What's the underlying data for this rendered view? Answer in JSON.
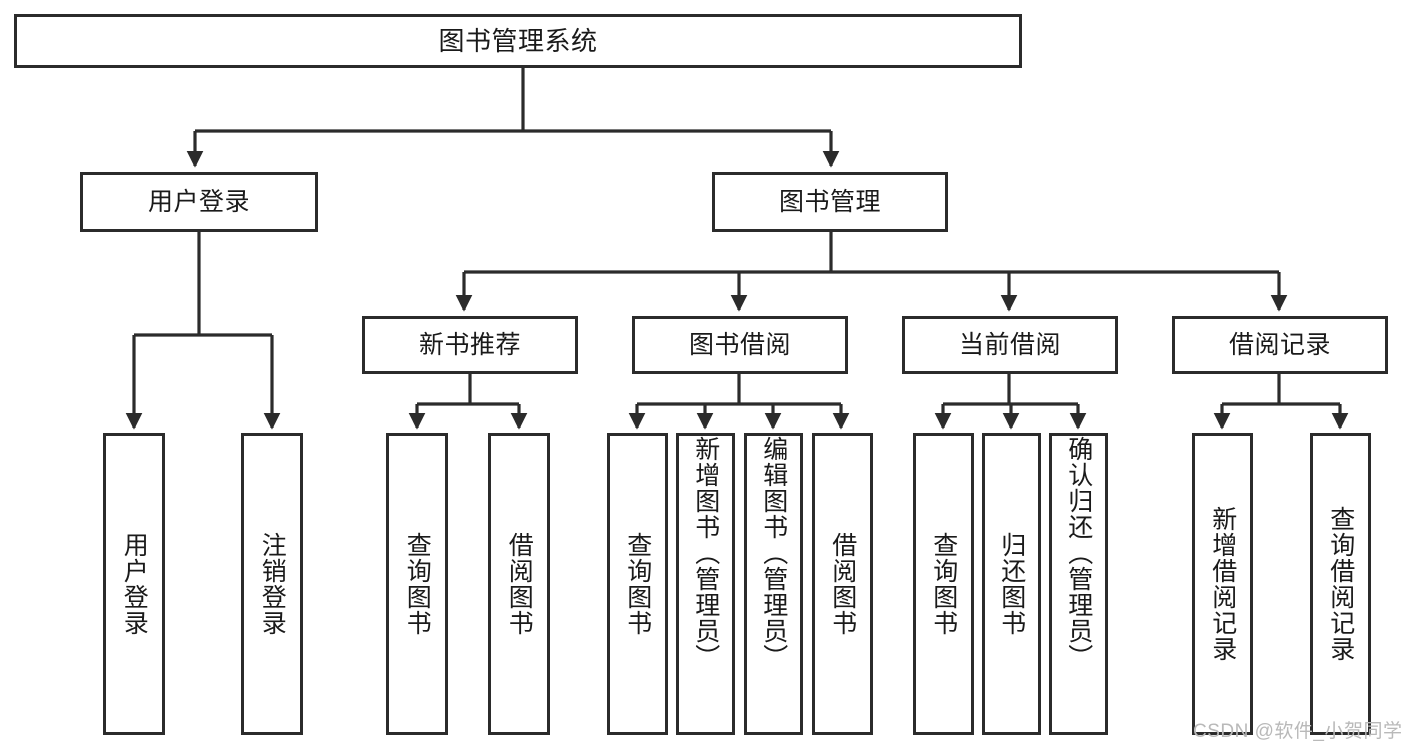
{
  "diagram": {
    "title": "图书管理系统",
    "type": "hierarchy-tree",
    "root": {
      "id": "root",
      "label": "图书管理系统"
    },
    "level2": [
      {
        "id": "user-login",
        "label": "用户登录"
      },
      {
        "id": "book-management",
        "label": "图书管理"
      }
    ],
    "level3": [
      {
        "id": "new-book-recommend",
        "label": "新书推荐"
      },
      {
        "id": "book-borrow",
        "label": "图书借阅"
      },
      {
        "id": "current-borrow",
        "label": "当前借阅"
      },
      {
        "id": "borrow-record",
        "label": "借阅记录"
      }
    ],
    "leaves": {
      "user-login": [
        {
          "id": "leaf-user-login",
          "label": "用户登录"
        },
        {
          "id": "leaf-logout",
          "label": "注销登录"
        }
      ],
      "new-book-recommend": [
        {
          "id": "leaf-query-book-1",
          "label": "查询图书"
        },
        {
          "id": "leaf-borrow-book-1",
          "label": "借阅图书"
        }
      ],
      "book-borrow": [
        {
          "id": "leaf-query-book-2",
          "label": "查询图书"
        },
        {
          "id": "leaf-add-book",
          "label": "新增图书（管理员）"
        },
        {
          "id": "leaf-edit-book",
          "label": "编辑图书（管理员）"
        },
        {
          "id": "leaf-borrow-book-2",
          "label": "借阅图书"
        }
      ],
      "current-borrow": [
        {
          "id": "leaf-query-book-3",
          "label": "查询图书"
        },
        {
          "id": "leaf-return-book",
          "label": "归还图书"
        },
        {
          "id": "leaf-confirm-return",
          "label": "确认归还（管理员）"
        }
      ],
      "borrow-record": [
        {
          "id": "leaf-add-record",
          "label": "新增借阅记录"
        },
        {
          "id": "leaf-query-record",
          "label": "查询借阅记录"
        }
      ]
    }
  },
  "watermark": {
    "text": "CSDN @软件_小贺同学"
  },
  "colors": {
    "stroke": "#2b2b2b",
    "background": "#ffffff",
    "text": "#1a1a1a",
    "watermark": "#b9b9b9"
  }
}
